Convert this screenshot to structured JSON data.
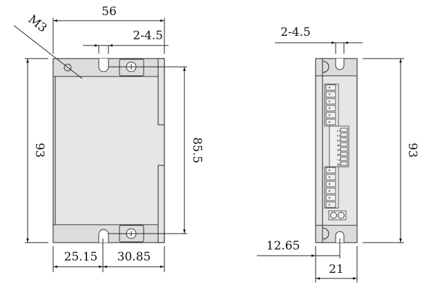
{
  "front_view": {
    "width_label": "56",
    "hole_label": "M3",
    "slot_label": "2-4.5",
    "height_label": "93",
    "mount_pitch_label": "85.5",
    "left_offset_label": "25.15",
    "right_offset_label": "30.85"
  },
  "side_view": {
    "slot_label": "2-4.5",
    "height_label": "93",
    "offset_label": "12.65",
    "width_label": "21",
    "dip_numbers": [
      "1",
      "2",
      "3",
      "4",
      "5",
      "6",
      "7",
      "8"
    ]
  },
  "colors": {
    "body": "#e6e6e6",
    "line": "#222222"
  }
}
